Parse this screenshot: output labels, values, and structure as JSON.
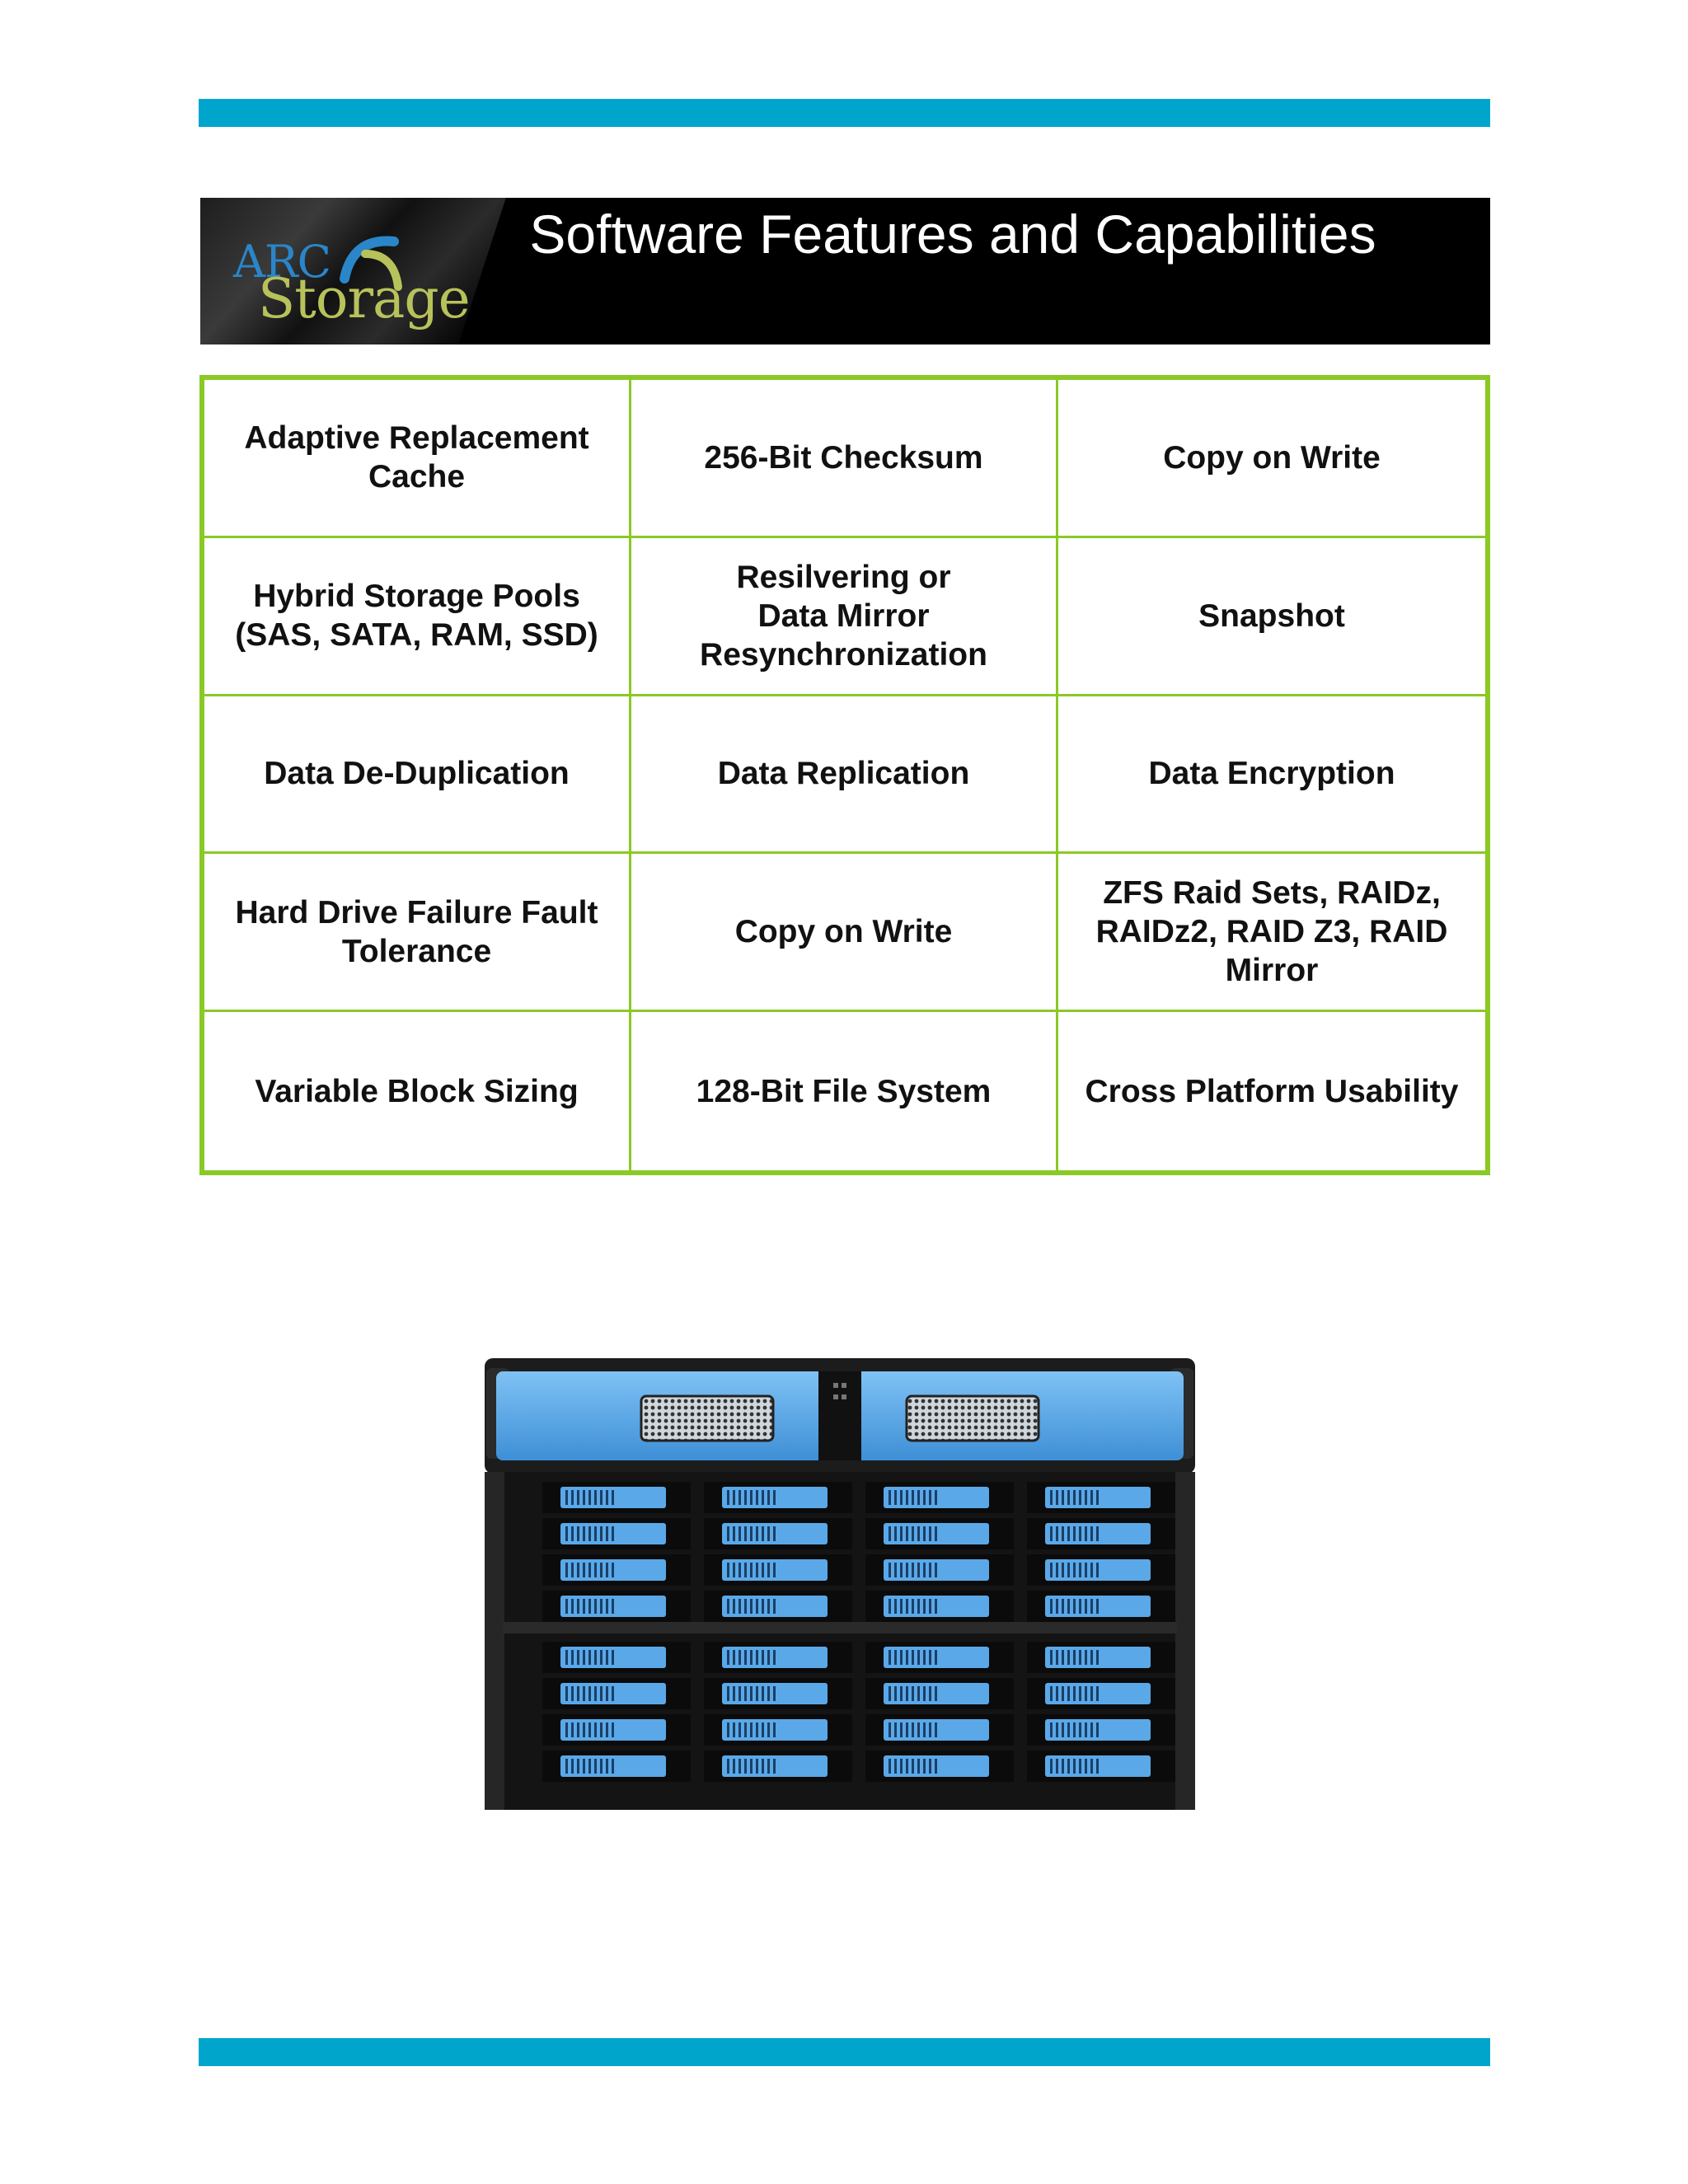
{
  "banner": {
    "title": "Software Features and Capabilities",
    "logo": {
      "line1": "ARC",
      "line2": "Storage"
    }
  },
  "features": [
    "Adaptive Replacement\nCache",
    "256-Bit Checksum",
    "Copy on Write",
    "Hybrid Storage Pools\n(SAS, SATA, RAM, SSD)",
    "Resilvering or\nData Mirror\nResynchronization",
    "Snapshot",
    "Data De-Duplication",
    "Data Replication",
    "Data Encryption",
    "Hard Drive Failure Fault\nTolerance",
    "Copy on Write",
    "ZFS Raid Sets, RAIDz,\nRAIDz2, RAID Z3, RAID\nMirror",
    "Variable Block Sizing",
    "128-Bit File System",
    "Cross Platform Usability"
  ],
  "colors": {
    "accent_bar": "#00a5cc",
    "table_border": "#8ac926",
    "banner_bg": "#000000",
    "drive_blue": "#5aa8e8"
  }
}
